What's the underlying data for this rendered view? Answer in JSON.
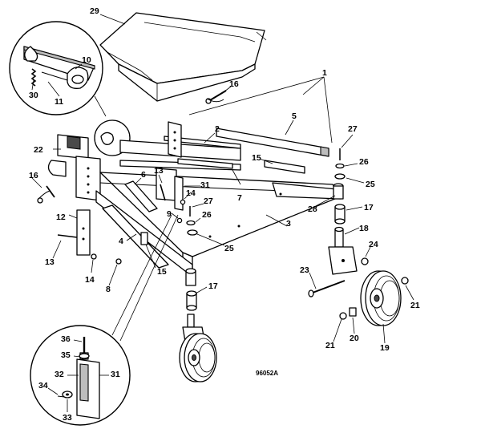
{
  "diagram": {
    "drawing_code": "96052A",
    "callouts": [
      {
        "id": "c1",
        "text": "1"
      },
      {
        "id": "c2",
        "text": "2"
      },
      {
        "id": "c3",
        "text": "3"
      },
      {
        "id": "c4",
        "text": "4"
      },
      {
        "id": "c5",
        "text": "5"
      },
      {
        "id": "c6",
        "text": "6"
      },
      {
        "id": "c7",
        "text": "7"
      },
      {
        "id": "c8",
        "text": "8"
      },
      {
        "id": "c9",
        "text": "9"
      },
      {
        "id": "c10",
        "text": "10"
      },
      {
        "id": "c11",
        "text": "11"
      },
      {
        "id": "c12",
        "text": "12"
      },
      {
        "id": "c13a",
        "text": "13"
      },
      {
        "id": "c13b",
        "text": "13"
      },
      {
        "id": "c14a",
        "text": "14"
      },
      {
        "id": "c14b",
        "text": "14"
      },
      {
        "id": "c15",
        "text": "15"
      },
      {
        "id": "c15b",
        "text": "15"
      },
      {
        "id": "c16a",
        "text": "16"
      },
      {
        "id": "c16b",
        "text": "16"
      },
      {
        "id": "c17a",
        "text": "17"
      },
      {
        "id": "c17b",
        "text": "17"
      },
      {
        "id": "c18",
        "text": "18"
      },
      {
        "id": "c19",
        "text": "19"
      },
      {
        "id": "c20",
        "text": "20"
      },
      {
        "id": "c21a",
        "text": "21"
      },
      {
        "id": "c21b",
        "text": "21"
      },
      {
        "id": "c22",
        "text": "22"
      },
      {
        "id": "c23",
        "text": "23"
      },
      {
        "id": "c24",
        "text": "24"
      },
      {
        "id": "c25a",
        "text": "25"
      },
      {
        "id": "c25b",
        "text": "25"
      },
      {
        "id": "c26a",
        "text": "26"
      },
      {
        "id": "c26b",
        "text": "26"
      },
      {
        "id": "c27a",
        "text": "27"
      },
      {
        "id": "c27b",
        "text": "27"
      },
      {
        "id": "c28",
        "text": "28"
      },
      {
        "id": "c29",
        "text": "29"
      },
      {
        "id": "c30",
        "text": "30"
      },
      {
        "id": "c31a",
        "text": "31"
      },
      {
        "id": "c31b",
        "text": "31"
      },
      {
        "id": "c32",
        "text": "32"
      },
      {
        "id": "c33",
        "text": "33"
      },
      {
        "id": "c34",
        "text": "34"
      },
      {
        "id": "c35",
        "text": "35"
      },
      {
        "id": "c36",
        "text": "36"
      }
    ]
  }
}
